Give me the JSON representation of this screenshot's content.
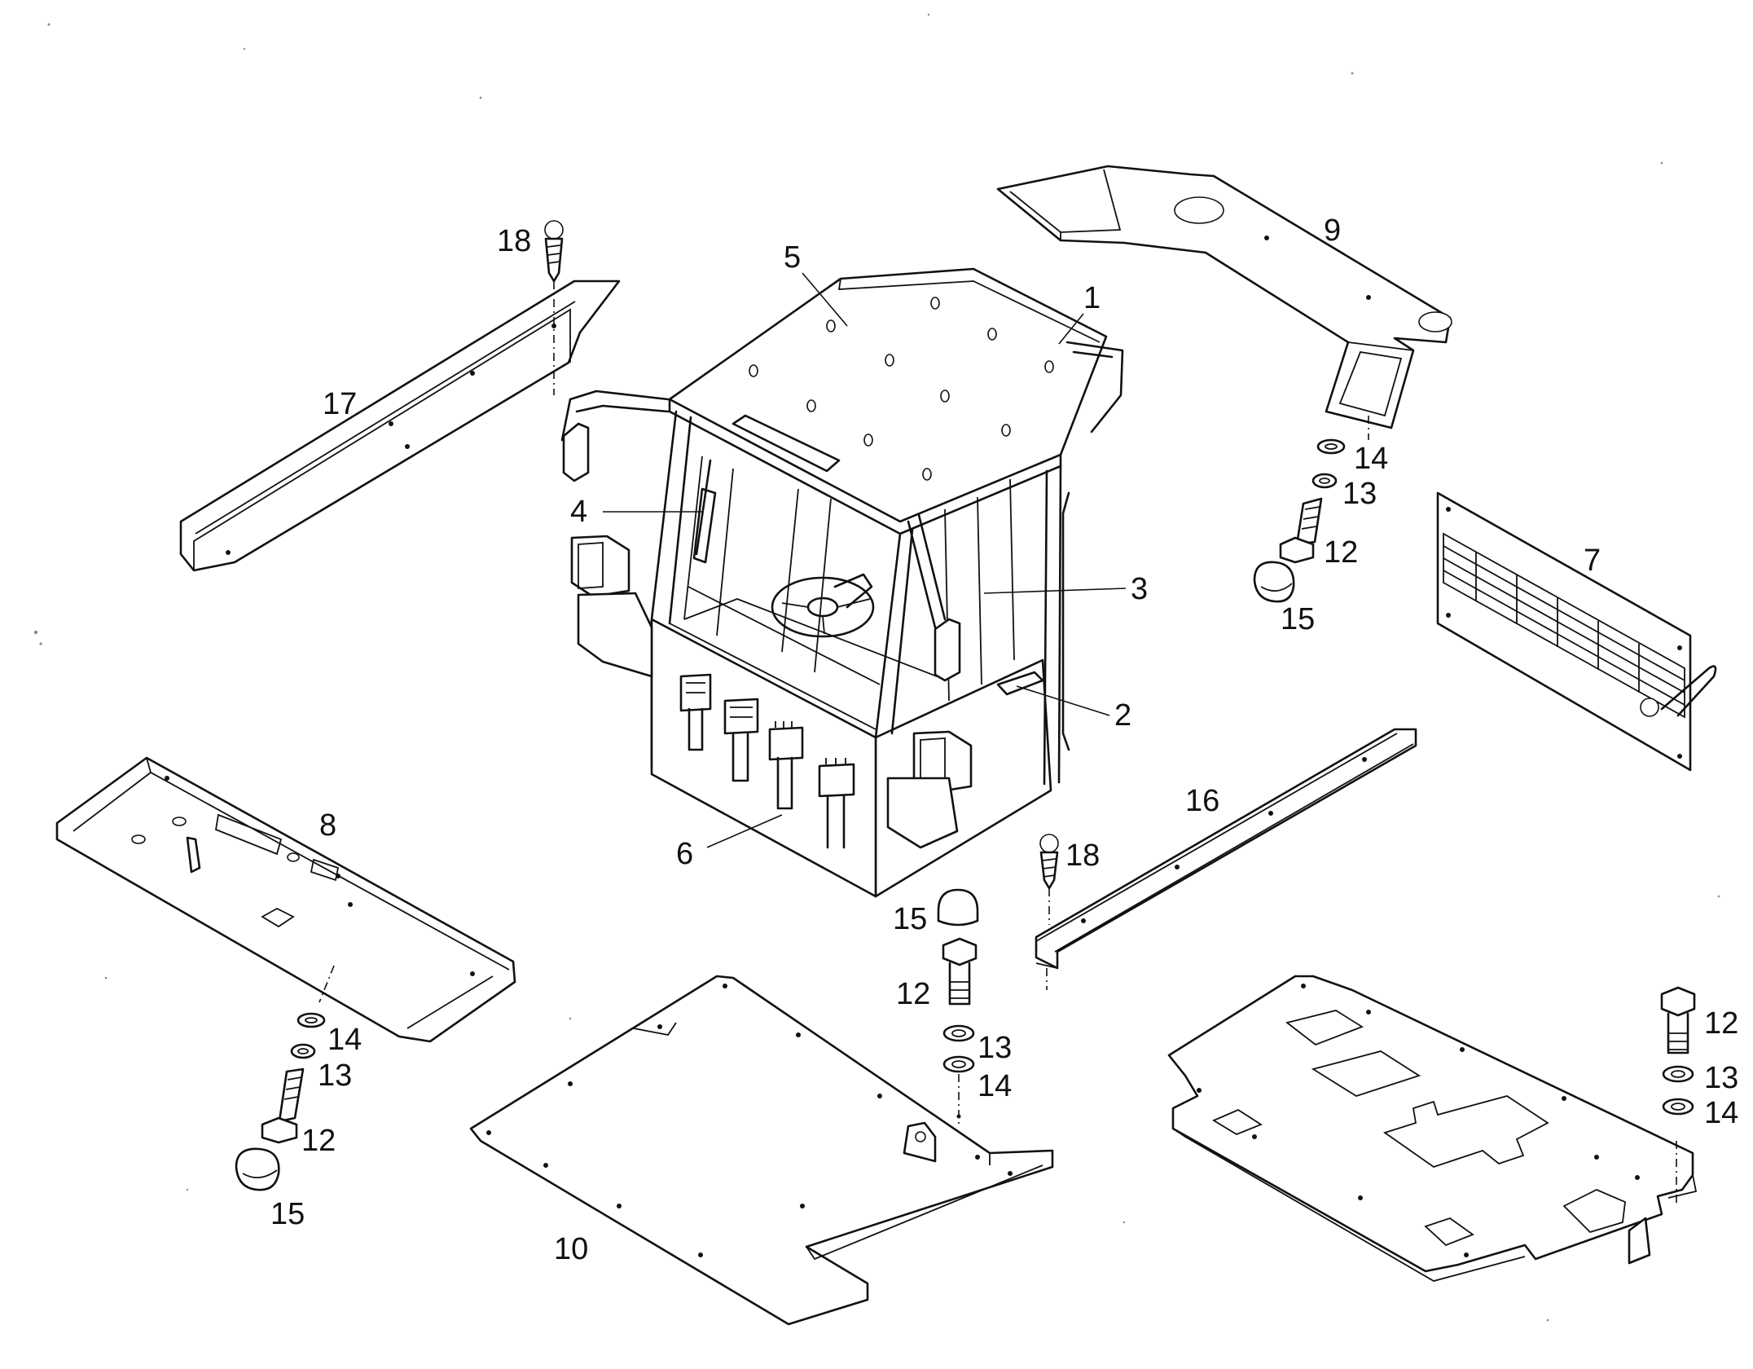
{
  "callouts": [
    {
      "id": "c1",
      "label": "1"
    },
    {
      "id": "c2",
      "label": "2"
    },
    {
      "id": "c3",
      "label": "3"
    },
    {
      "id": "c4",
      "label": "4"
    },
    {
      "id": "c5",
      "label": "5"
    },
    {
      "id": "c6",
      "label": "6"
    },
    {
      "id": "c7",
      "label": "7"
    },
    {
      "id": "c8",
      "label": "8"
    },
    {
      "id": "c9",
      "label": "9"
    },
    {
      "id": "c10",
      "label": "10"
    },
    {
      "id": "c12a",
      "label": "12"
    },
    {
      "id": "c12b",
      "label": "12"
    },
    {
      "id": "c12c",
      "label": "12"
    },
    {
      "id": "c12d",
      "label": "12"
    },
    {
      "id": "c13a",
      "label": "13"
    },
    {
      "id": "c13b",
      "label": "13"
    },
    {
      "id": "c13c",
      "label": "13"
    },
    {
      "id": "c13d",
      "label": "13"
    },
    {
      "id": "c14a",
      "label": "14"
    },
    {
      "id": "c14b",
      "label": "14"
    },
    {
      "id": "c14c",
      "label": "14"
    },
    {
      "id": "c14d",
      "label": "14"
    },
    {
      "id": "c15a",
      "label": "15"
    },
    {
      "id": "c15b",
      "label": "15"
    },
    {
      "id": "c15c",
      "label": "15"
    },
    {
      "id": "c16",
      "label": "16"
    },
    {
      "id": "c17",
      "label": "17"
    },
    {
      "id": "c18a",
      "label": "18"
    },
    {
      "id": "c18b",
      "label": "18"
    }
  ]
}
